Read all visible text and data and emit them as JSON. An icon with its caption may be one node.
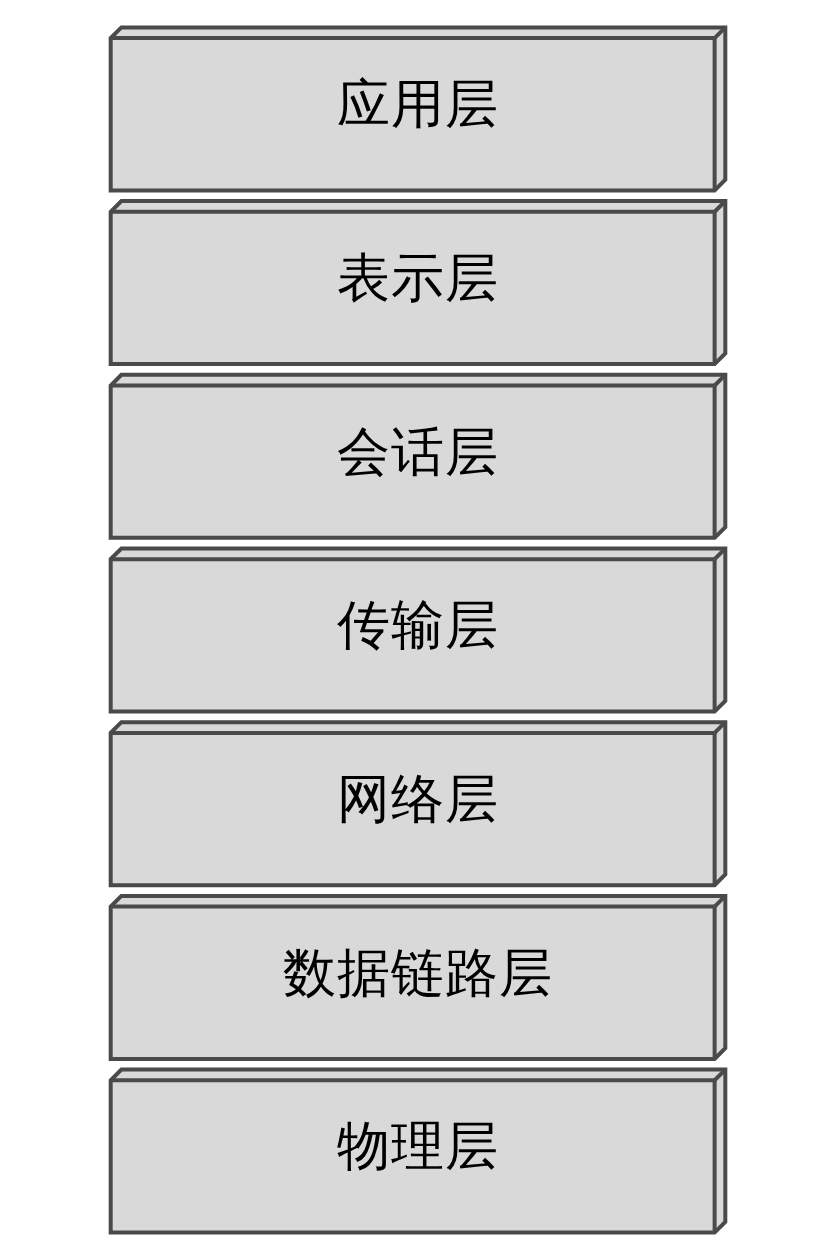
{
  "diagram": {
    "nodes": [
      {
        "text": [
          "应用层"
        ]
      },
      {
        "text": [
          "表示层"
        ]
      },
      {
        "text": [
          "会话层"
        ]
      },
      {
        "text": [
          "传输层"
        ]
      },
      {
        "text": [
          "网络层"
        ]
      },
      {
        "text": [
          "数据链路层"
        ]
      },
      {
        "text": [
          "物理层"
        ]
      }
    ],
    "edges": []
  }
}
